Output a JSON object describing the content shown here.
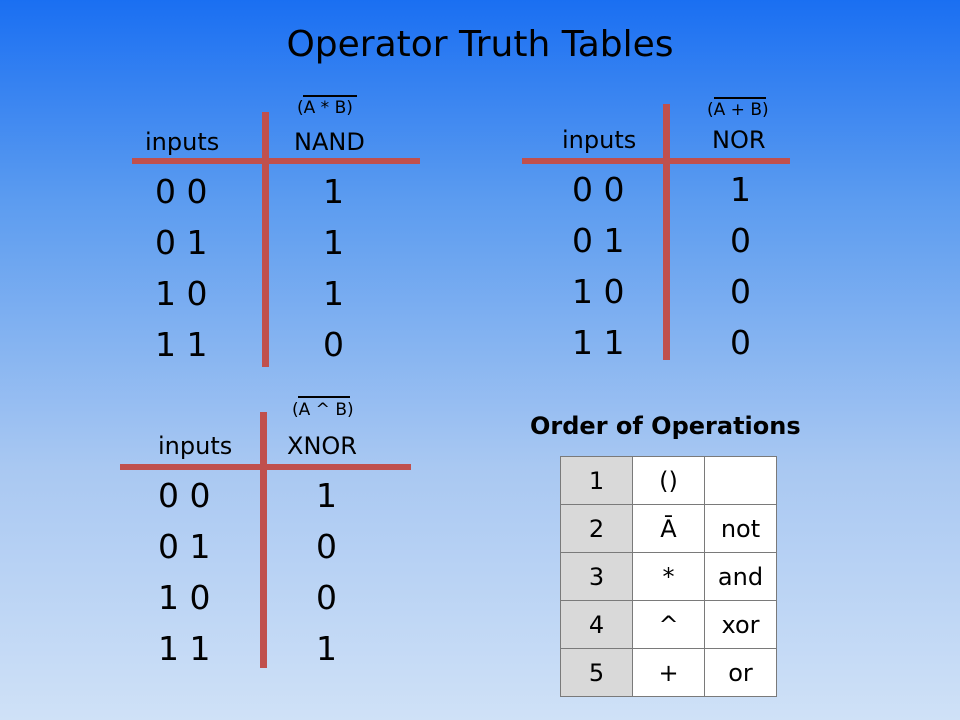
{
  "title": "Operator Truth Tables",
  "tables": [
    {
      "expr": "(A * B)",
      "header_inputs": "inputs",
      "header_out": "NAND",
      "rows": [
        {
          "in": "0 0",
          "out": "1"
        },
        {
          "in": "0 1",
          "out": "1"
        },
        {
          "in": "1 0",
          "out": "1"
        },
        {
          "in": "1 1",
          "out": "0"
        }
      ]
    },
    {
      "expr": "(A + B)",
      "header_inputs": "inputs",
      "header_out": "NOR",
      "rows": [
        {
          "in": "0 0",
          "out": "1"
        },
        {
          "in": "0 1",
          "out": "0"
        },
        {
          "in": "1 0",
          "out": "0"
        },
        {
          "in": "1 1",
          "out": "0"
        }
      ]
    },
    {
      "expr": "(A ^ B)",
      "header_inputs": "inputs",
      "header_out": "XNOR",
      "rows": [
        {
          "in": "0 0",
          "out": "1"
        },
        {
          "in": "0 1",
          "out": "0"
        },
        {
          "in": "1 0",
          "out": "0"
        },
        {
          "in": "1 1",
          "out": "1"
        }
      ]
    }
  ],
  "order_of_operations": {
    "title": "Order of Operations",
    "rows": [
      {
        "rank": "1",
        "symbol": "()",
        "name": ""
      },
      {
        "rank": "2",
        "symbol": "Ā",
        "name": "not"
      },
      {
        "rank": "3",
        "symbol": "*",
        "name": "and"
      },
      {
        "rank": "4",
        "symbol": "^",
        "name": "xor"
      },
      {
        "rank": "5",
        "symbol": "+",
        "name": "or"
      }
    ]
  },
  "colors": {
    "divider": "#c0504d",
    "background_top": "#1a6ff2",
    "background_bottom": "#cfe1f7",
    "table_rank_cell": "#d9d9d9"
  }
}
